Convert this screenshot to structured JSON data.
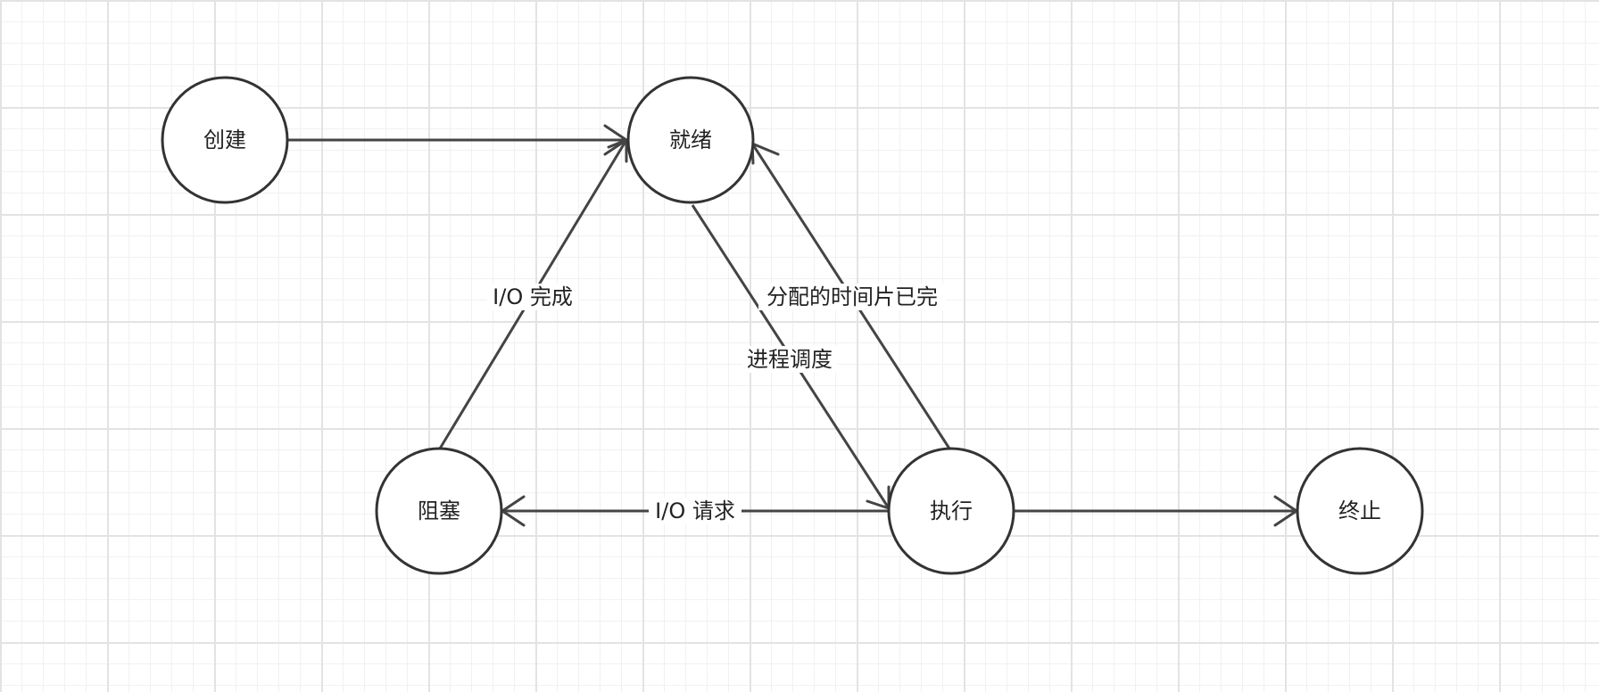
{
  "nodes": {
    "create": "创建",
    "ready": "就绪",
    "blocked": "阻塞",
    "running": "执行",
    "terminated": "终止"
  },
  "edges": {
    "create_to_ready": "",
    "io_complete": "I/O 完成",
    "time_slice_done": "分配的时间片已完",
    "process_schedule": "进程调度",
    "io_request": "I/O 请求",
    "running_to_terminated": ""
  },
  "colors": {
    "stroke": "#333333",
    "grid_major": "#e3e3e3",
    "grid_minor": "#f1f1f1",
    "background": "#ffffff"
  }
}
